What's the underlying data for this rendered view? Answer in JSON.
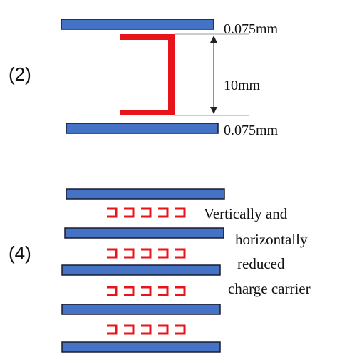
{
  "panel_2": {
    "label": "(2)",
    "top_gap_thickness": "0.075mm",
    "separation": "10mm",
    "bottom_gap_thickness": "0.075mm"
  },
  "panel_4": {
    "label": "(4)",
    "description_lines": [
      "Vertically and",
      "horizontally",
      "reduced",
      "charge carrier"
    ],
    "carrier_rows": 4,
    "carriers_per_row": 5,
    "plates": 5
  },
  "colors": {
    "plate_fill": "#4472C4",
    "plate_stroke": "#1a1a2e",
    "carrier": "#E8141B"
  }
}
